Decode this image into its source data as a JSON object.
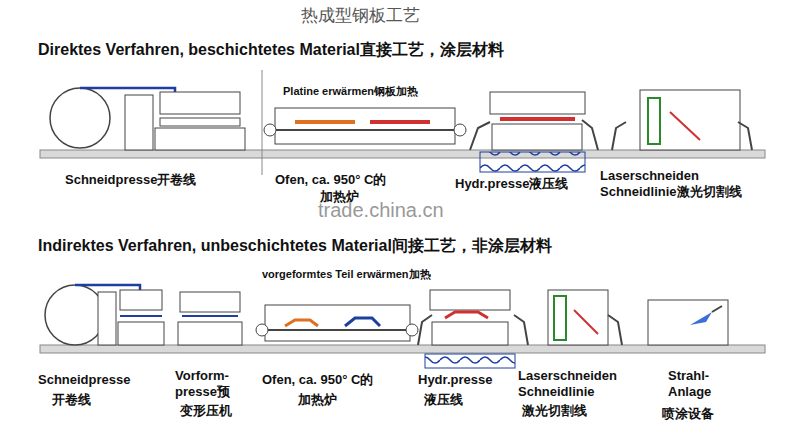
{
  "diagram": {
    "title": "热成型钢板工艺",
    "labels": [
      "Direktes Verfahren, beschichtetes Material直接工艺，涂层材料",
      "Platine erwärmen钢板加热",
      "Schneidpresse开卷线",
      "Ofen, ca. 950° C的",
      "加热炉",
      "Hydr.presse液压线",
      "Laserschneiden Schneidlinie激光切割线",
      "trade.china.cn",
      "Indirektes Verfahren, unbeschichtetes Material间接工艺，非涂层材料",
      "vorgeformtes Teil erwärmen加热",
      "Schneidpresse",
      "开卷线",
      "Vorform- presse预",
      "变形压机",
      "Ofen, ca. 950° C的",
      "加热炉",
      "Hydr.presse",
      "液压线",
      "Laserschneiden Schneidlinie",
      "激光切割线",
      "Strahl- Anlage",
      "喷涂设备"
    ]
  }
}
